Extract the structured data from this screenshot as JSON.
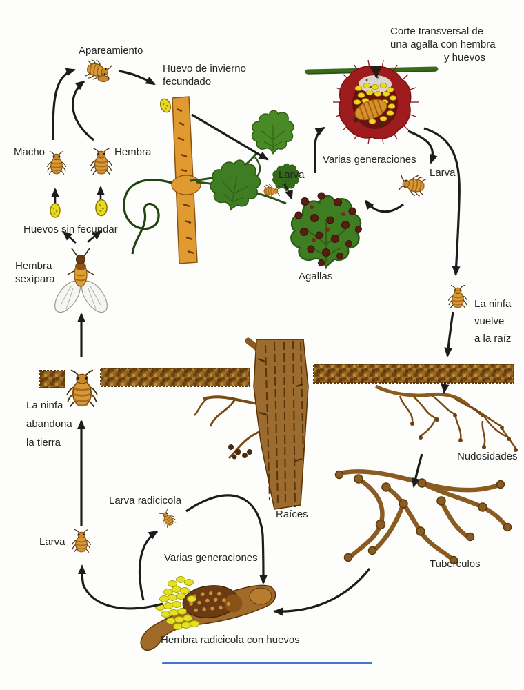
{
  "figure": {
    "kind": "life-cycle-diagram",
    "language": "es",
    "subject": "Ciclo biológico de la filoxera de la vid"
  },
  "labels": {
    "apareamiento": "Apareamiento",
    "huevo_invierno_1": "Huevo de invierno",
    "huevo_invierno_2": "fecundado",
    "corte_1": "Corte transversal de",
    "corte_2": "una agalla con hembra",
    "corte_3": "y huevos",
    "macho": "Macho",
    "hembra": "Hembra",
    "huevos_sin_fecundar": "Huevos sin fecundar",
    "hembra_sexipara_1": "Hembra",
    "hembra_sexipara_2": "sexípara",
    "varias_generaciones_sup": "Varias generaciones",
    "larva_hoja_izq": "Larva",
    "larva_hoja_der": "Larva",
    "agallas": "Agallas",
    "ninfa_vuelve_1": "La ninfa",
    "ninfa_vuelve_2": "vuelve",
    "ninfa_vuelve_3": "a la raíz",
    "ninfa_abandona_1": "La ninfa",
    "ninfa_abandona_2": "abandona",
    "ninfa_abandona_3": "la tierra",
    "nudosidades": "Nudosidades",
    "raices": "Raíces",
    "tuberculos": "Tubérculos",
    "larva_radicicola": "Larva radicicola",
    "larva_suelo": "Larva",
    "varias_generaciones_inf": "Varias generaciones",
    "hembra_radicicola_huevos": "Hembra radicicola con huevos"
  },
  "colors": {
    "background": "#fdfdfb",
    "text": "#262624",
    "arrow": "#1c1c1c",
    "insect_body": "#d89a38",
    "egg_yellow": "#e8d820",
    "leaf_green": "#4a8a26",
    "gall_red": "#9e1b1e",
    "stem_orange": "#e09a30",
    "soil_brown": "#8a5c1e",
    "root_brown": "#9c6b2f",
    "underline_blue": "#4673d1"
  }
}
